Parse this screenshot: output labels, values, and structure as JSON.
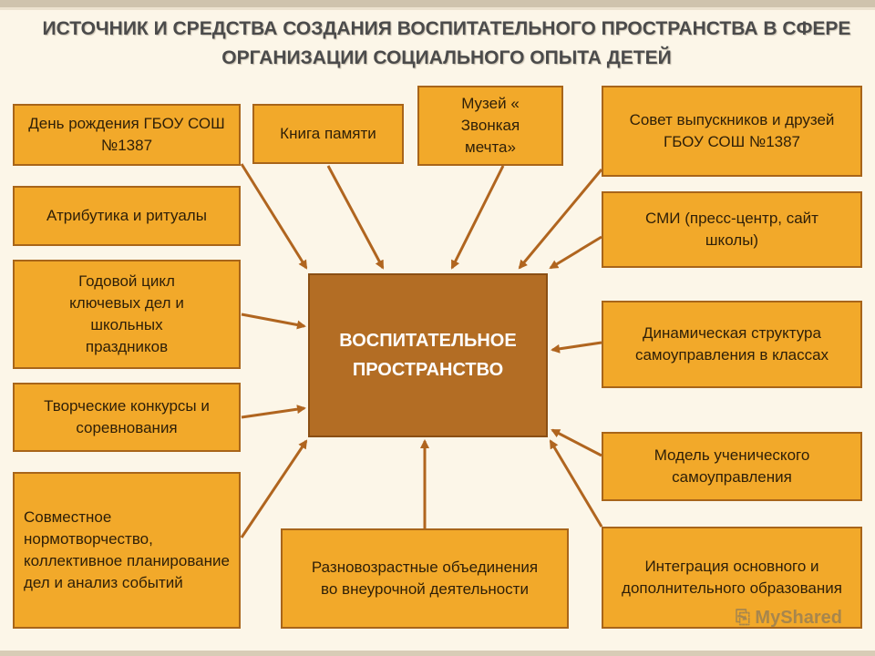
{
  "title": "ИСТОЧНИК И СРЕДСТВА СОЗДАНИЯ ВОСПИТАТЕЛЬНОГО ПРОСТРАНСТВА В СФЕРЕ ОРГАНИЗАЦИИ СОЦИАЛЬНОГО ОПЫТА ДЕТЕЙ",
  "center": "ВОСПИТАТЕЛЬНОЕ ПРОСТРАНСТВО",
  "boxes": {
    "birthday": "День рождения ГБОУ СОШ №1387",
    "memory_book": "Книга памяти",
    "museum": "Музей « Звонкая мечта»",
    "alumni": "Совет выпускников и друзей ГБОУ СОШ №1387",
    "attributes": "Атрибутика и ритуалы",
    "media": "СМИ (пресс-центр, сайт школы)",
    "annual_cycle": "Годовой цикл ключевых дел и школьных праздников",
    "dynamic_structure": "Динамическая структура самоуправления в классах",
    "contests": "Творческие конкурсы и соревнования",
    "student_model": "Модель ученического самоуправления",
    "joint": "Совместное нормотворчество, коллективное планирование дел и анализ событий",
    "age_groups": "Разновозрастные объединения во внеурочной деятельности",
    "integration": "Интеграция основного и дополнительного образования"
  },
  "watermark": "MyShared",
  "colors": {
    "box": "#f2a92a",
    "center": "#b36d24",
    "arrow": "#b0651f"
  }
}
